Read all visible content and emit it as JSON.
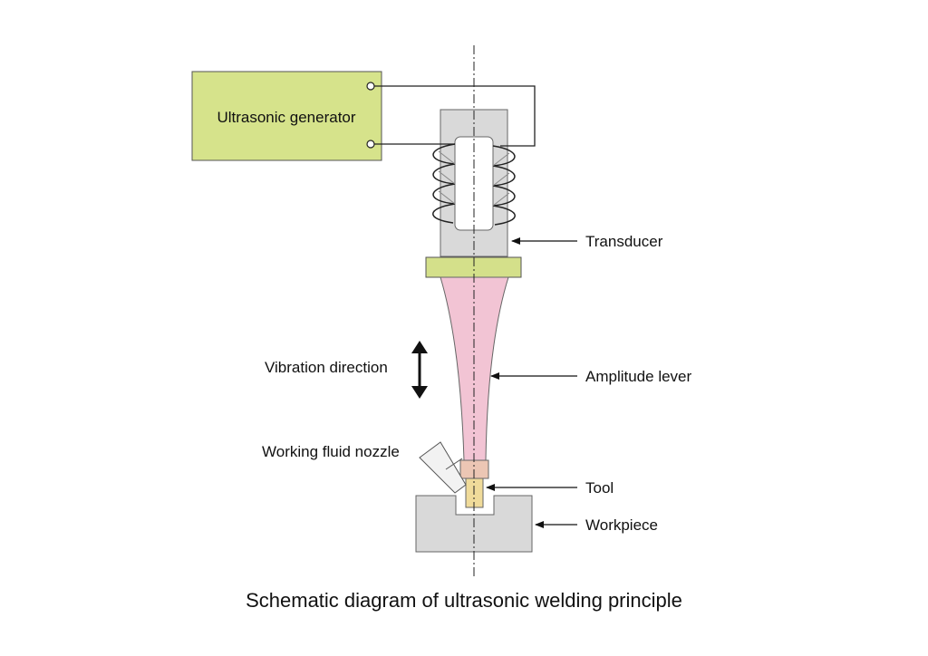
{
  "generator": {
    "label": "Ultrasonic generator"
  },
  "labels": {
    "transducer": "Transducer",
    "amplitude_lever": "Amplitude lever",
    "vibration_direction": "Vibration direction",
    "nozzle": "Working fluid nozzle",
    "tool": "Tool",
    "workpiece": "Workpiece"
  },
  "caption": "Schematic diagram of ultrasonic welding principle",
  "colors": {
    "generator_fill": "#d6e38b",
    "flange_fill": "#d4e08a",
    "transducer_fill": "#d9d9d9",
    "lever_fill": "#f2c4d4",
    "tool_holder_fill": "#ecc6b4",
    "tool_fill": "#f0db9a",
    "workpiece_fill": "#d9d9d9",
    "nozzle_fill": "#f2f2f2"
  }
}
